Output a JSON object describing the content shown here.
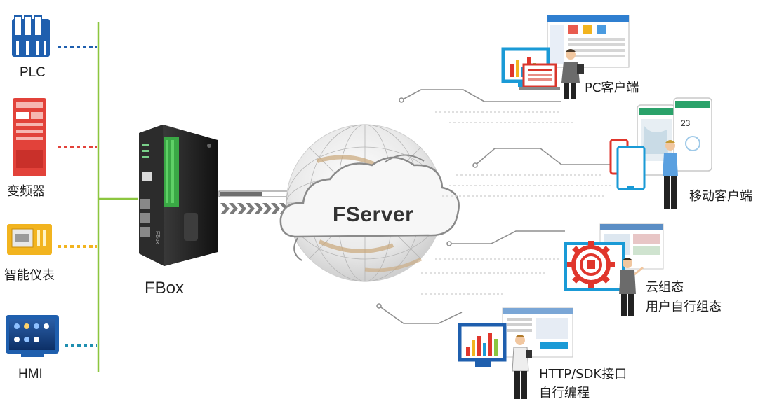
{
  "devices": [
    {
      "label": "PLC",
      "color": "#1f5fae"
    },
    {
      "label": "变频器",
      "color": "#e2423a"
    },
    {
      "label": "智能仪表",
      "color": "#f2b41f"
    },
    {
      "label": "HMI",
      "color": "#1f5fae"
    }
  ],
  "colors": {
    "bus": "#8cc63f",
    "plc_dots": "#1f5fae",
    "inverter_dots": "#e2423a",
    "meter_dots": "#f2b41f",
    "hmi_dots": "#1f8fb0",
    "accent_blue": "#1a9ad6",
    "accent_red": "#d9362c"
  },
  "gateway": {
    "label": "FBox",
    "port_label": "FBox"
  },
  "cloud": {
    "label": "FServer"
  },
  "clients": [
    {
      "lines": [
        "PC客户端"
      ]
    },
    {
      "lines": [
        "移动客户端"
      ]
    },
    {
      "lines": [
        "云组态",
        "用户自行组态"
      ]
    },
    {
      "lines": [
        "HTTP/SDK接口",
        "自行编程"
      ]
    }
  ],
  "icons": [
    "plc-icon",
    "inverter-icon",
    "meter-icon",
    "hmi-icon",
    "fbox-device-icon",
    "globe-icon",
    "cloud-icon",
    "monitor-icon",
    "phone-icon",
    "tablet-icon",
    "gear-icon",
    "person-icon"
  ]
}
